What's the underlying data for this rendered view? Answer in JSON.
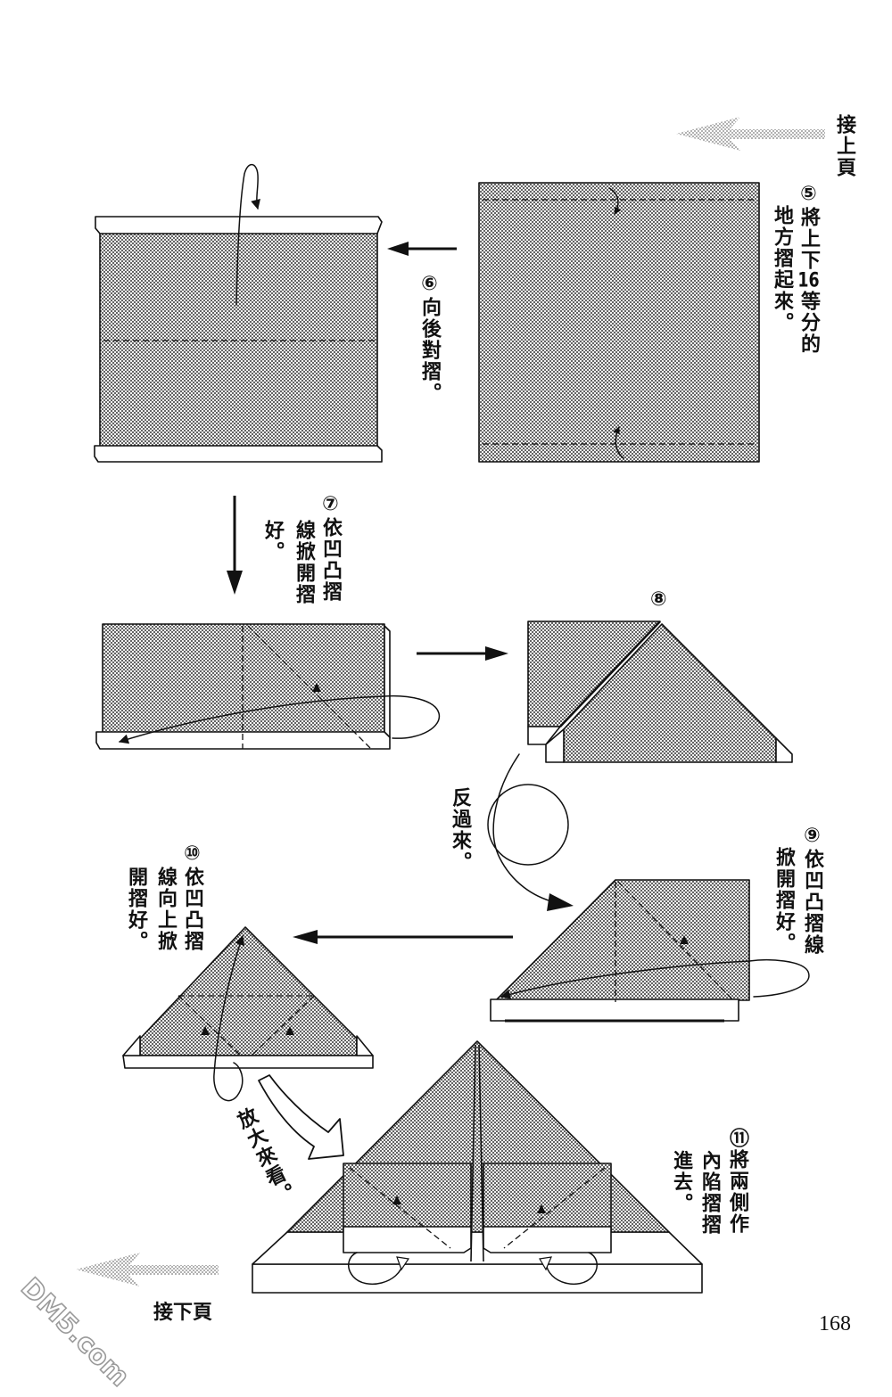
{
  "nav": {
    "continue_from": "接上頁",
    "continue_to": "接下頁"
  },
  "page_number": "168",
  "steps": {
    "step5": [
      "⑤將上下16等分的",
      "地方摺起來。"
    ],
    "step6": [
      "⑥向後對摺。"
    ],
    "step7": [
      "⑦依凹凸摺",
      "線掀開摺",
      "好。"
    ],
    "step8": "⑧",
    "step9": [
      "⑨依凹凸摺線",
      "掀開摺好。"
    ],
    "step10": [
      "⑩依凹凸摺",
      "線向上掀",
      "開摺好。"
    ],
    "step11": [
      "⑪將兩側作",
      "內陷摺摺",
      "進去。"
    ]
  },
  "notes": {
    "flip_over": "反過來。",
    "zoom_in": "放大來看。"
  },
  "watermark": "DM5.com",
  "colors": {
    "ink": "#111111",
    "paper": "#ffffff",
    "screen_tone": "#8c8c8c",
    "nav_arrow_tone": "#c4c4c4"
  }
}
